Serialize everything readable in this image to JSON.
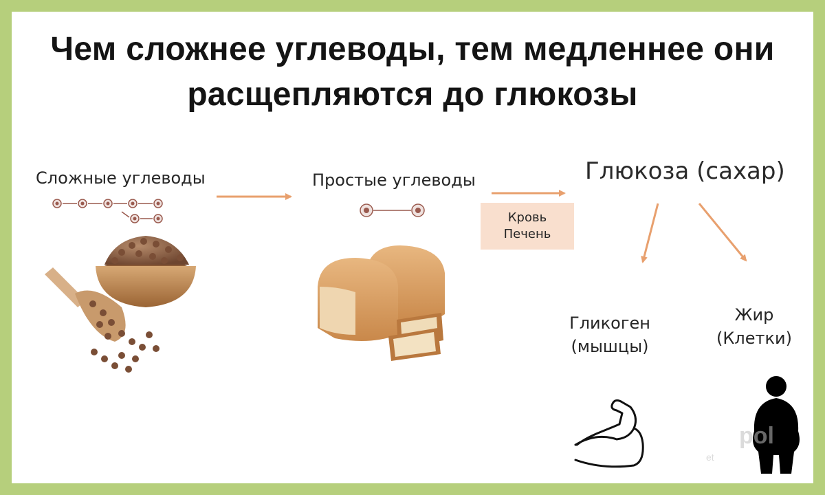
{
  "title": {
    "line1": "Чем сложнее углеводы, тем медленнее они",
    "line2": "расщепляются до глюкозы"
  },
  "nodes": {
    "complex": "Сложные углеводы",
    "simple": "Простые углеводы",
    "glucose": "Глюкоза (сахар)",
    "glycogen_line1": "Гликоген",
    "glycogen_line2": "(мышцы)",
    "fat_line1": "Жир",
    "fat_line2": "(Клетки)"
  },
  "blood_box": {
    "line1": "Кровь",
    "line2": "Печень"
  },
  "watermark": {
    "logo": "pol",
    "url": "et"
  },
  "colors": {
    "arrow": "#e8a06e",
    "box": "#f9dfce",
    "frame": "#b6cf7c",
    "molecule": "#9a5a4e"
  },
  "icons": [
    "buckwheat-bowl-image",
    "bread-loaf-image",
    "flexed-arm-icon",
    "person-silhouette-icon"
  ]
}
